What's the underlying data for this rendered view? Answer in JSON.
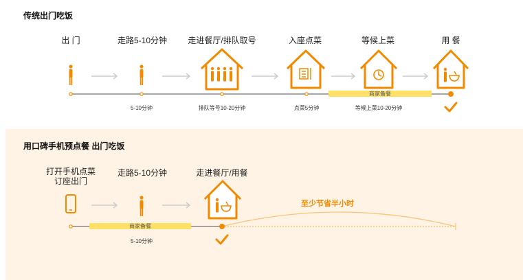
{
  "traditional": {
    "title": "传统出门吃饭",
    "steps": [
      {
        "label": "出 门",
        "icon": "person-icon"
      },
      {
        "label": "走路5-10分钟",
        "icon": "person-icon"
      },
      {
        "label": "走进餐厅/排队取号",
        "icon": "queue-house-icon"
      },
      {
        "label": "入座点菜",
        "icon": "menu-house-icon"
      },
      {
        "label": "等候上菜",
        "icon": "clock-house-icon"
      },
      {
        "label": "用 餐",
        "icon": "dining-house-icon"
      }
    ],
    "durations": [
      "5-10分钟",
      "排队等号10-20分钟",
      "点菜5分钟",
      "等候上菜10-20分钟"
    ],
    "prep_label": "商家备餐"
  },
  "mobile": {
    "title": "用口碑手机预点餐 出门吃饭",
    "steps": [
      {
        "label_line1": "打开手机点菜",
        "label_line2": "订座出门",
        "icon": "phone-icon"
      },
      {
        "label": "走路5-10分钟",
        "icon": "person-icon"
      },
      {
        "label": "走进餐厅/用餐",
        "icon": "dining-house-icon"
      }
    ],
    "prep_label": "商家备餐",
    "duration": "5-10分钟",
    "saving_text": "至少节省半小时"
  },
  "colors": {
    "accent": "#f08a00",
    "prep": "#ffe066",
    "band": "#fff3e6",
    "arrow": "#cccccc",
    "line": "#888888"
  }
}
